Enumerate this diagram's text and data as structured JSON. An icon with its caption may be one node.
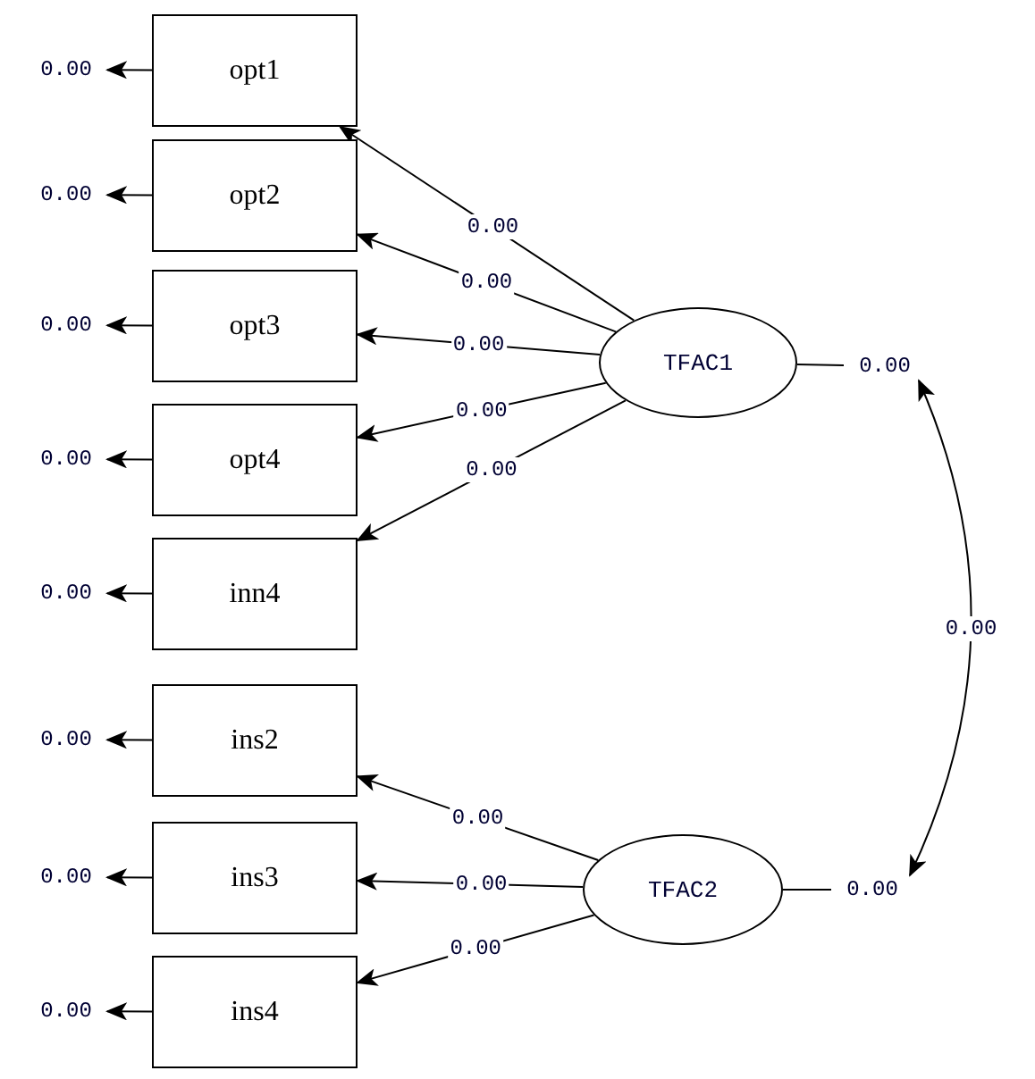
{
  "diagram": {
    "nodes": [
      {
        "text": [
          "opt1"
        ]
      },
      {
        "text": [
          "opt2"
        ]
      },
      {
        "text": [
          "opt3"
        ]
      },
      {
        "text": [
          "opt4"
        ]
      },
      {
        "text": [
          "inn4"
        ]
      },
      {
        "text": [
          "ins2"
        ]
      },
      {
        "text": [
          "ins3"
        ]
      },
      {
        "text": [
          "ins4"
        ]
      },
      {
        "text": [
          "TFAC1"
        ]
      },
      {
        "text": [
          "TFAC2"
        ]
      },
      {
        "text": [
          "0.00"
        ]
      },
      {
        "text": [
          "0.00"
        ]
      },
      {
        "text": [
          "0.00"
        ]
      },
      {
        "text": [
          "0.00"
        ]
      },
      {
        "text": [
          "0.00"
        ]
      },
      {
        "text": [
          "0.00"
        ]
      },
      {
        "text": [
          "0.00"
        ]
      },
      {
        "text": [
          "0.00"
        ]
      },
      {
        "text": [
          "0.00"
        ]
      },
      {
        "text": [
          "0.00"
        ]
      }
    ],
    "edges": [
      {
        "from": 8,
        "to": 0,
        "arrow": "to",
        "label": "0.00"
      },
      {
        "from": 8,
        "to": 1,
        "arrow": "to",
        "label": "0.00"
      },
      {
        "from": 8,
        "to": 2,
        "arrow": "to",
        "label": "0.00"
      },
      {
        "from": 8,
        "to": 3,
        "arrow": "to",
        "label": "0.00"
      },
      {
        "from": 8,
        "to": 4,
        "arrow": "to",
        "label": "0.00"
      },
      {
        "from": 9,
        "to": 5,
        "arrow": "to",
        "label": "0.00"
      },
      {
        "from": 9,
        "to": 6,
        "arrow": "to",
        "label": "0.00"
      },
      {
        "from": 9,
        "to": 7,
        "arrow": "to",
        "label": "0.00"
      },
      {
        "from": 0,
        "to": 10,
        "arrow": "to"
      },
      {
        "from": 1,
        "to": 11,
        "arrow": "to"
      },
      {
        "from": 2,
        "to": 12,
        "arrow": "to"
      },
      {
        "from": 3,
        "to": 13,
        "arrow": "to"
      },
      {
        "from": 4,
        "to": 14,
        "arrow": "to"
      },
      {
        "from": 5,
        "to": 15,
        "arrow": "to"
      },
      {
        "from": 6,
        "to": 16,
        "arrow": "to"
      },
      {
        "from": 7,
        "to": 17,
        "arrow": "to"
      },
      {
        "from": 8,
        "to": 18,
        "arrow": "none"
      },
      {
        "from": 9,
        "to": 19,
        "arrow": "none"
      },
      {
        "from": 18,
        "to": 19,
        "arrow": "both",
        "label": "0.00"
      }
    ]
  }
}
